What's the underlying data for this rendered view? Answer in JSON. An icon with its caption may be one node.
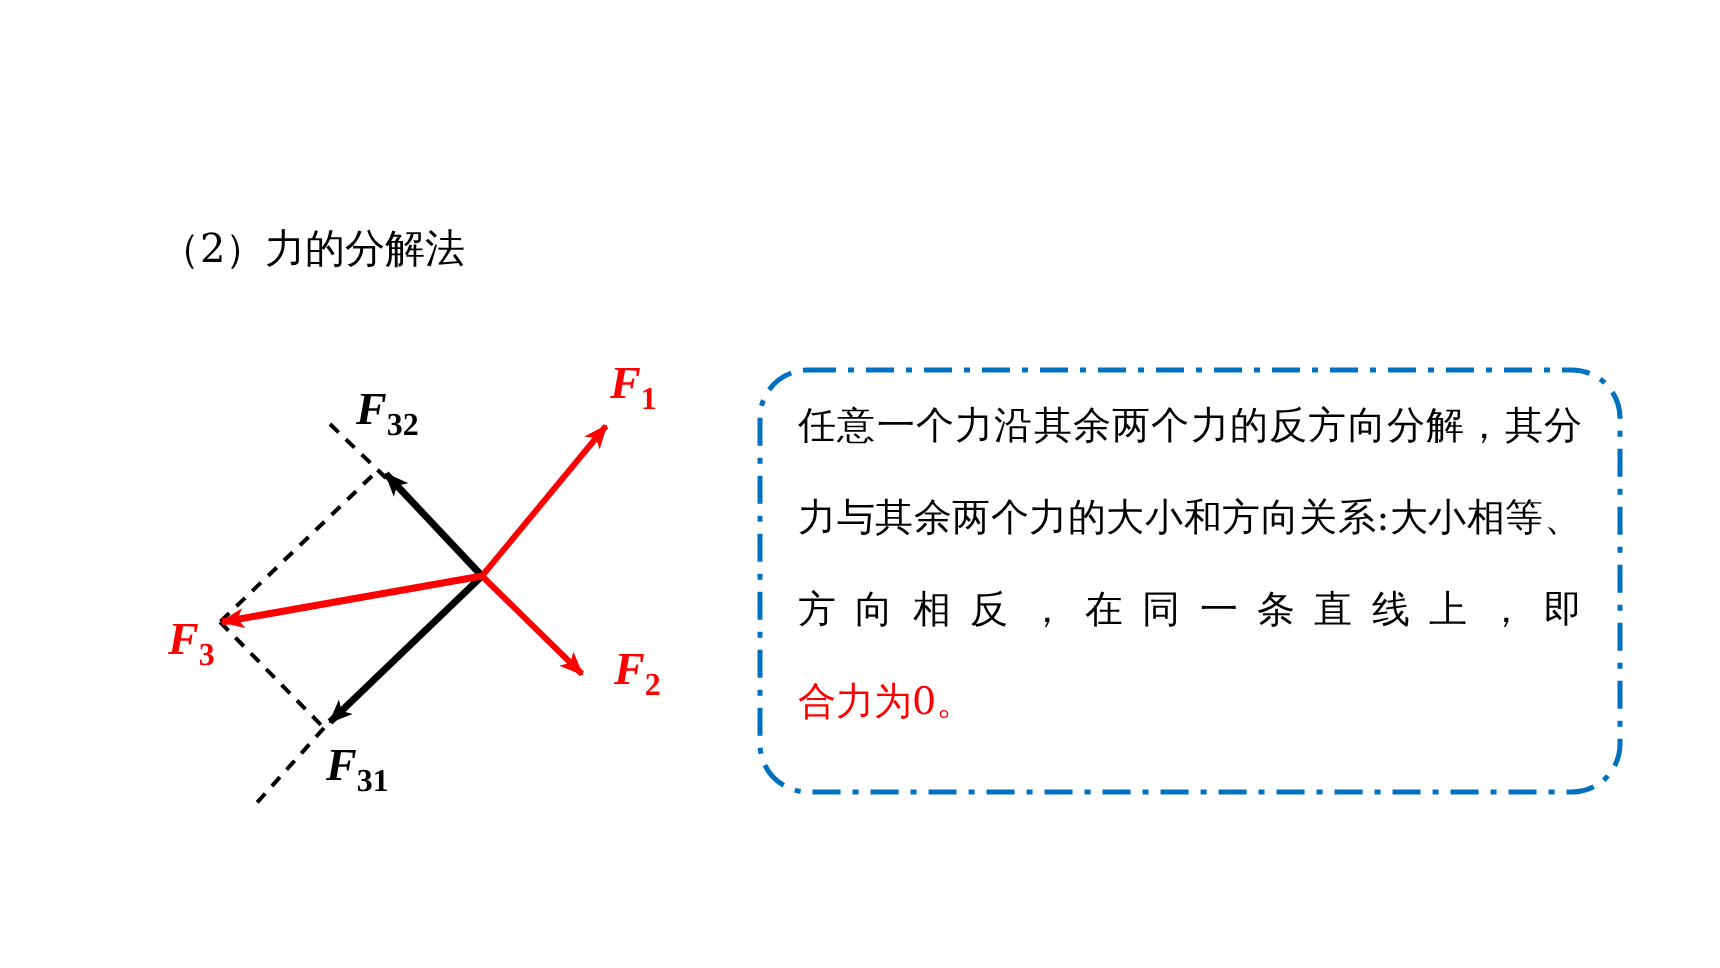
{
  "diagram": {
    "title": "（2）力的分解法",
    "nodes": [
      {
        "text": [
          "任意一个力沿其余两个力的反方向分解，其分力与其余两个力的大小和方向关系:大小相等、方向相反，在同一条直线上，即",
          "合力为0。"
        ]
      }
    ],
    "labels": [
      "F$_{32}$",
      "F$_{1}$",
      "F$_{3}$",
      "F$_{2}$",
      "F$_{31}$"
    ]
  }
}
